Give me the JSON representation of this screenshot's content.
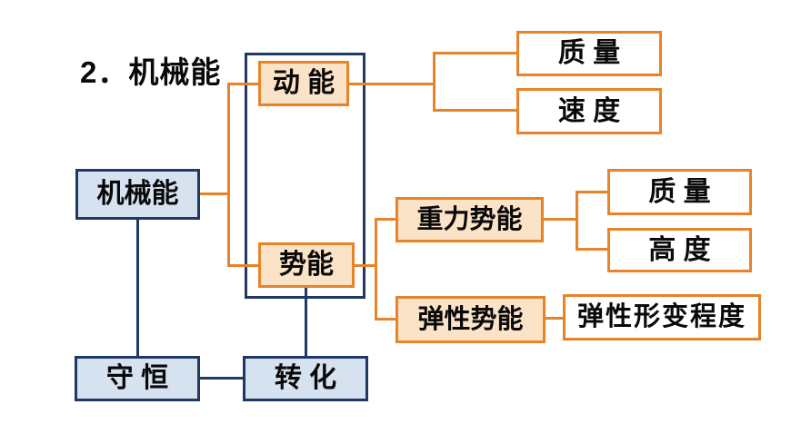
{
  "title": "2．机械能",
  "colors": {
    "orange": "#e8832a",
    "orange_fill": "#fbe3c7",
    "navy": "#1f3864",
    "blue_fill": "#d6e2f0",
    "white_fill": "#ffffff",
    "text": "#0a0a0a",
    "bg": "#ffffff"
  },
  "nodes": {
    "mechanical_energy": "机械能",
    "kinetic_energy": "动 能",
    "potential_energy": "势能",
    "kinetic_mass": "质 量",
    "kinetic_speed": "速 度",
    "gravitational_pe": "重力势能",
    "grav_mass": "质 量",
    "grav_height": "高 度",
    "elastic_pe": "弹性势能",
    "elastic_deformation": "弹性形变程度",
    "conservation": "守 恒",
    "transformation": "转 化"
  }
}
